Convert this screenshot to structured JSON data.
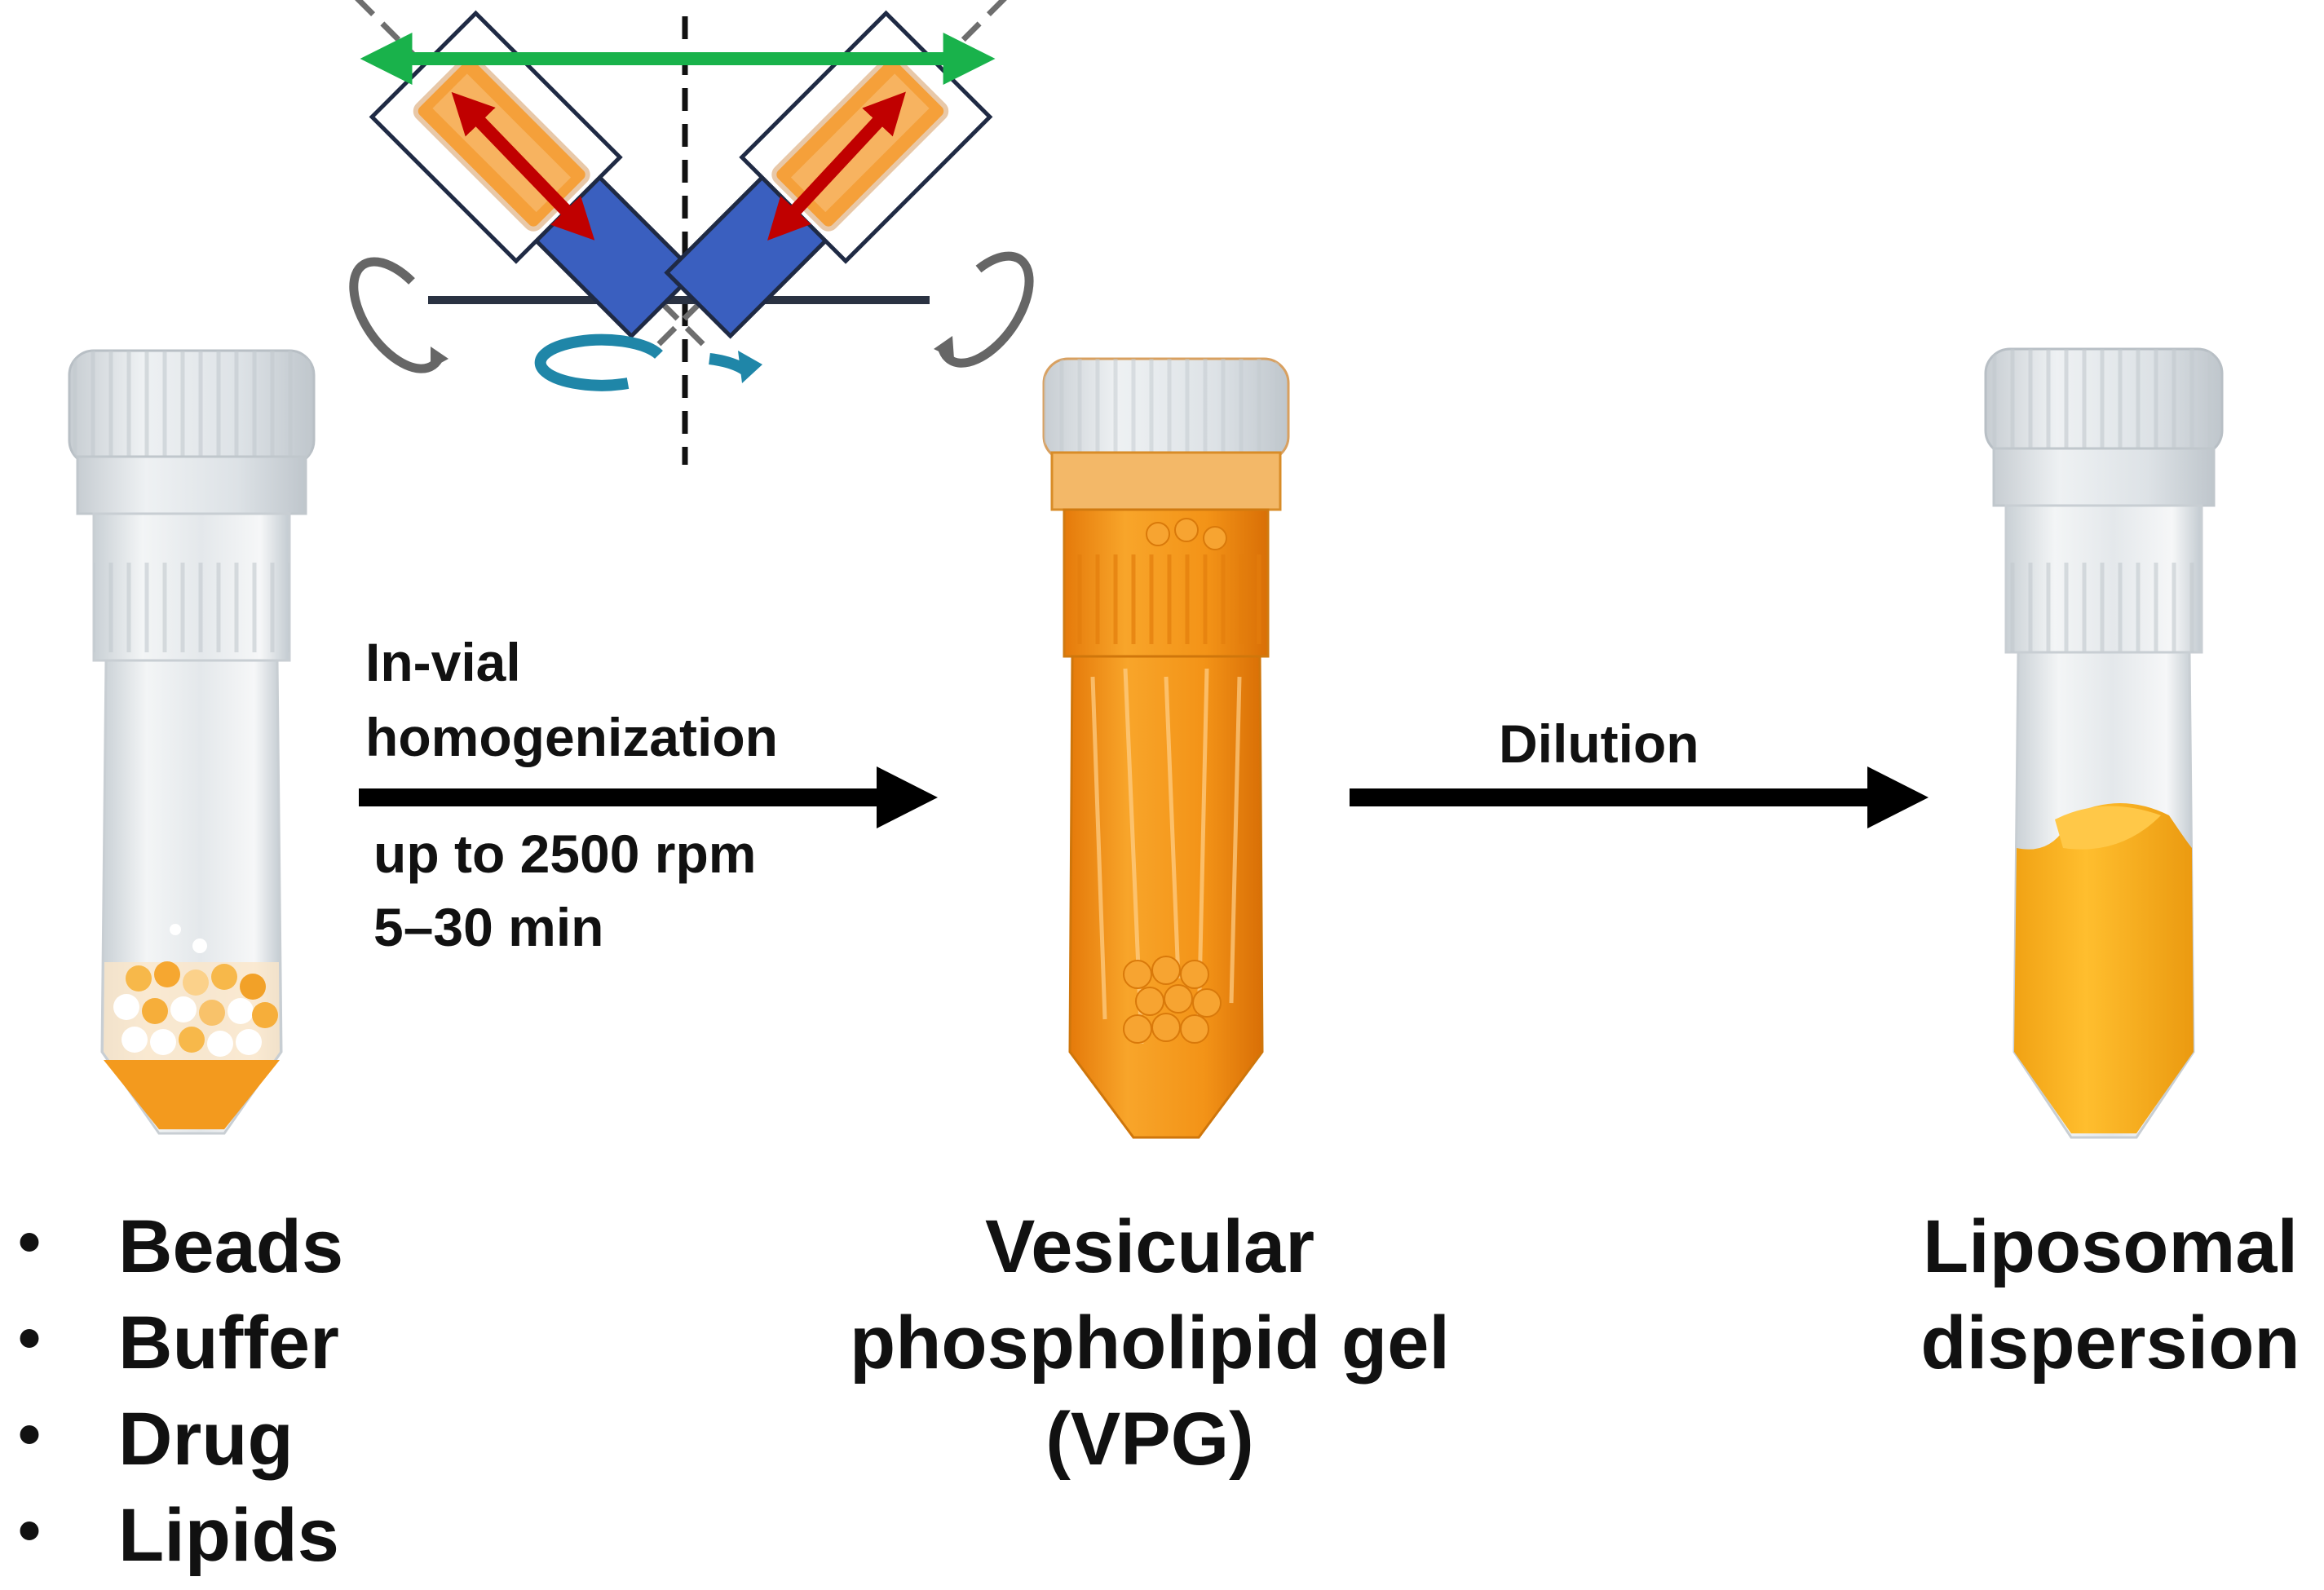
{
  "mixer_schematic": {
    "icons": [
      "horizontal-motion-arrow-icon",
      "vial-motion-arrow-icon",
      "holder-rotation-icon",
      "central-rotation-icon"
    ],
    "colors": {
      "horizontal_arrow": "#19b24b",
      "vial_arrow": "#c00000",
      "holder": "#3a5fbf",
      "rotation": "#1f86a8",
      "vial_tilt_rotation": "#666666",
      "frame": "#1f2a44"
    }
  },
  "step1": {
    "ingredients": [
      "Beads",
      "Buffer",
      "Drug",
      "Lipids"
    ],
    "bullet": "•"
  },
  "process1": {
    "label_line1": "In-vial",
    "label_line2": "homogenization",
    "speed": "up to 2500 rpm",
    "duration": "5–30 min"
  },
  "step2": {
    "line1": "Vesicular",
    "line2": "phospholipid gel",
    "line3": "(VPG)"
  },
  "process2": {
    "label": "Dilution"
  },
  "step3": {
    "line1": "Liposomal",
    "line2": "dispersion"
  },
  "colors": {
    "orange_content": "#f59a1c",
    "tube_plastic": "#e9edf0",
    "arrow": "#000000"
  }
}
